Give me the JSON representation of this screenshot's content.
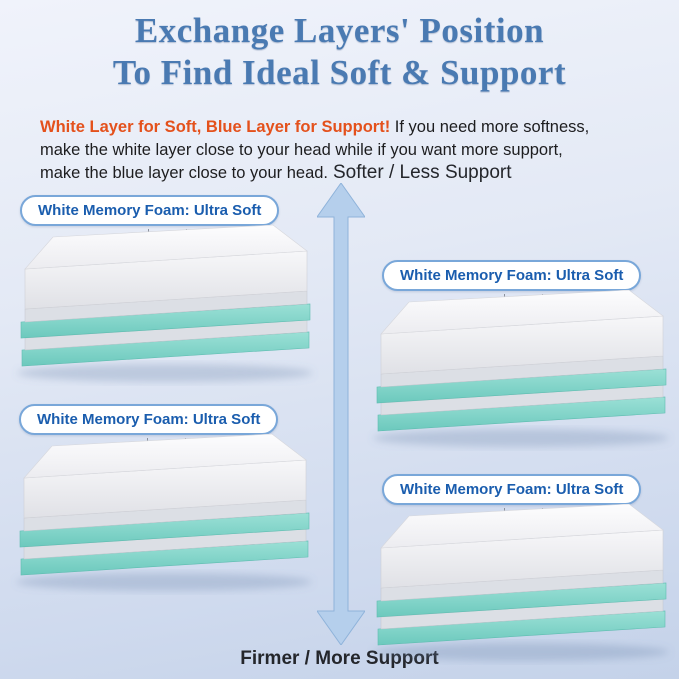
{
  "title": {
    "line1": "Exchange Layers' Position",
    "line2": "To Find Ideal Soft & Support"
  },
  "intro": {
    "highlight": "White Layer for Soft, Blue Layer for Support!",
    "line1": "If you need more softness,",
    "line2": "make the white layer close to your head while if you want more support,",
    "line3": "make the blue layer close to your head."
  },
  "axis": {
    "top_label": "Softer / Less Support",
    "bottom_label": "Firmer / More Support"
  },
  "mattresses": [
    {
      "label": "White Memory Foam: Ultra Soft"
    },
    {
      "label": "White Memory Foam: Ultra Soft"
    },
    {
      "label": "White Memory Foam: Ultra Soft"
    },
    {
      "label": "White Memory Foam: Ultra Soft"
    }
  ],
  "colors": {
    "title_blue": "#4a7ab2",
    "highlight_orange": "#e4511c",
    "body_text": "#1d1d1f",
    "arrow_blue": "#b5cfec",
    "arrow_edge": "#8fb3da",
    "pill_text": "#1a5dae",
    "pill_border": "#79a7d9",
    "foam_white": "#f6f6f8",
    "foam_gray": "#dcdfe5",
    "foam_teal": "#7fd4c9"
  }
}
